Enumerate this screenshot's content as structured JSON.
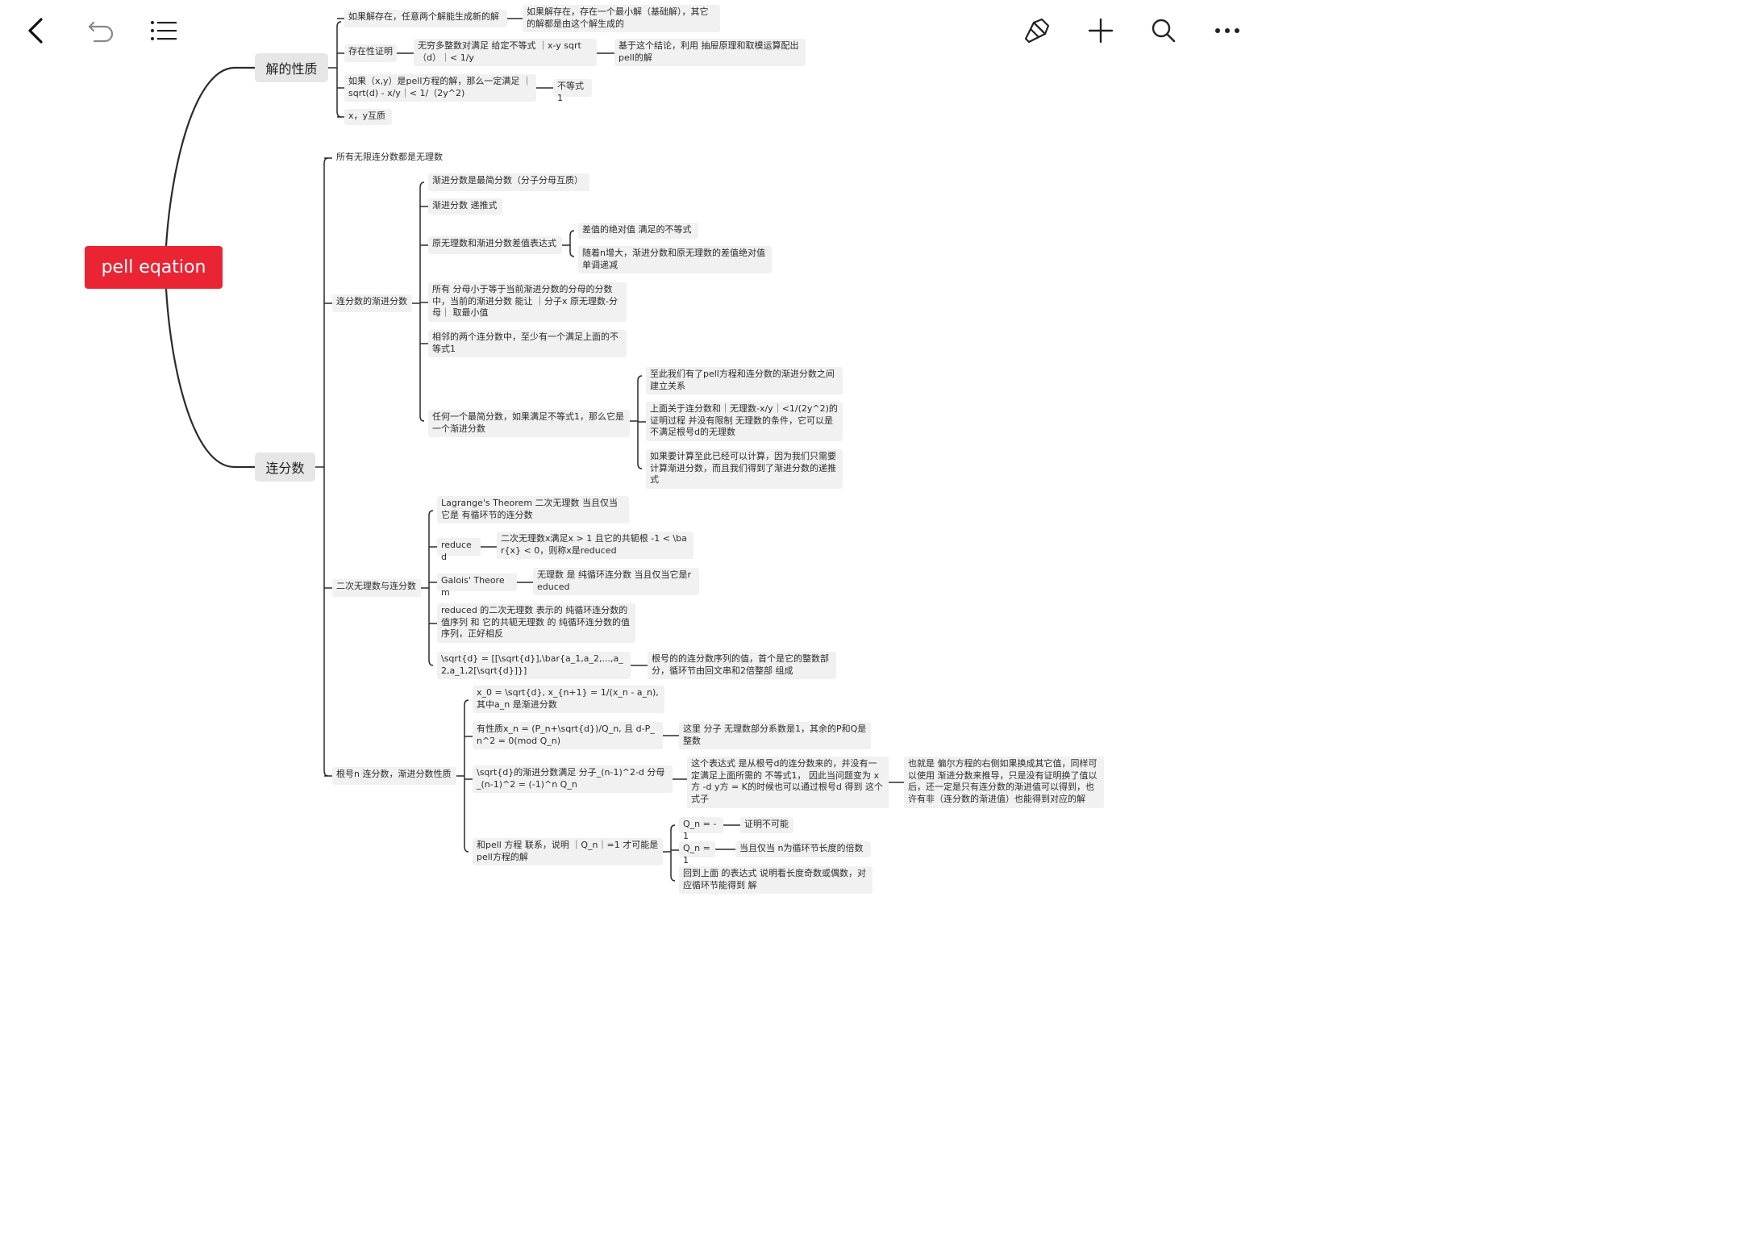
{
  "toolbar": {
    "back_icon": "chevron-left-icon",
    "undo_icon": "undo-icon",
    "outline_icon": "list-icon",
    "format_icon": "paint-brush-icon",
    "add_icon": "plus-icon",
    "search_icon": "search-icon",
    "more_icon": "more-icon"
  },
  "colors": {
    "root": "#eb2433",
    "main_topic": "#e6e6e6",
    "subtopic": "#f1f1f1",
    "line": "#2b2b2b"
  },
  "root": "pell eqation",
  "topics": {
    "t1": "解的性质",
    "t2": "连分数"
  },
  "nodes": {
    "a1": "如果解存在，任意两个解能生成新的解",
    "a1c": "如果解存在，存在一个最小解（基础解），其它的解都是由这个解生成的",
    "a2": "存在性证明",
    "a2c": "无穷多整数对满足 给定不等式 ｜x-y sqrt（d）｜< 1/y",
    "a2cc": "基于这个结论，利用 抽屉原理和取模运算配出pell的解",
    "a3": "如果（x,y）是pell方程的解，那么一定满足 ｜sqrt(d) - x/y｜< 1/（2y^2)",
    "a3c": "不等式1",
    "a4": "x，y互质",
    "b1": "所有无限连分数都是无理数",
    "b2": "连分数的渐进分数",
    "b2a": "渐进分数是最简分数（分子分母互质）",
    "b2b": "渐进分数 递推式",
    "b2c": "原无理数和渐进分数差值表达式",
    "b2c1": "差值的绝对值 满足的不等式",
    "b2c2": "随着n增大，渐进分数和原无理数的差值绝对值单调递减",
    "b2d": "所有 分母小于等于当前渐进分数的分母的分数中，当前的渐进分数 能让 ｜分子x 原无理数-分母｜ 取最小值",
    "b2e": "相邻的两个连分数中，至少有一个满足上面的不等式1",
    "b2f": "任何一个最简分数，如果满足不等式1，那么它是一个渐进分数",
    "b2f1": "至此我们有了pell方程和连分数的渐进分数之间建立关系",
    "b2f2": "上面关于连分数和｜无理数-x/y｜<1/(2y^2)的证明过程 并没有限制 无理数的条件，它可以是不满足根号d的无理数",
    "b2f3": "如果要计算至此已经可以计算，因为我们只需要计算渐进分数，而且我们得到了渐进分数的递推式",
    "b3": "二次无理数与连分数",
    "b3a": "Lagrange's Theorem 二次无理数 当且仅当它是 有循环节的连分数",
    "b3b": "reduced",
    "b3b1": "二次无理数x满足x > 1 且它的共轭根 -1 < \\bar{x} < 0，则称x是reduced",
    "b3c": "Galois' Theorem",
    "b3c1": "无理数 是 纯循环连分数 当且仅当它是reduced",
    "b3d": "reduced 的二次无理数 表示的 纯循环连分数的值序列 和 它的共轭无理数 的 纯循环连分数的值序列，正好相反",
    "b3e": "\\sqrt{d} = [[\\sqrt{d}],\\bar{a_1,a_2,...,a_2,a_1,2[\\sqrt{d}]}]",
    "b3e1": "根号的的连分数序列的值，首个是它的整数部分，循环节由回文串和2倍整部 组成",
    "b4": "根号n 连分数，渐进分数性质",
    "b4a": "x_0 = \\sqrt{d}, x_{n+1} = 1/(x_n - a_n),其中a_n 是渐进分数",
    "b4b": "有性质x_n = (P_n+\\sqrt{d})/Q_n, 且 d-P_n^2 = 0(mod Q_n)",
    "b4b1": "这里 分子 无理数部分系数是1，其余的P和Q是整数",
    "b4c": "\\sqrt{d}的渐进分数满足 分子_(n-1)^2-d 分母_(n-1)^2 = (-1)^n Q_n",
    "b4c1": "这个表达式 是从根号d的连分数来的，并没有一定满足上面所需的 不等式1， 因此当问题变为 x方 -d y方 = K的时候也可以通过根号d 得到 这个式子",
    "b4c2": "也就是 偏尔方程的右侧如果换成其它值，同样可以使用 渐进分数来推导，只是没有证明换了值以后，还一定是只有连分数的渐进值可以得到，也许有非（连分数的渐进值）也能得到对应的解",
    "b4d": "和pell 方程 联系，说明 ｜Q_n｜=1 才可能是pell方程的解",
    "b4d1": "Q_n = -1",
    "b4d1a": "证明不可能",
    "b4d2": "Q_n = 1",
    "b4d2a": "当且仅当 n为循环节长度的倍数",
    "b4d3": "回到上面 的表达式 说明看长度奇数或偶数，对应循环节能得到 解"
  }
}
